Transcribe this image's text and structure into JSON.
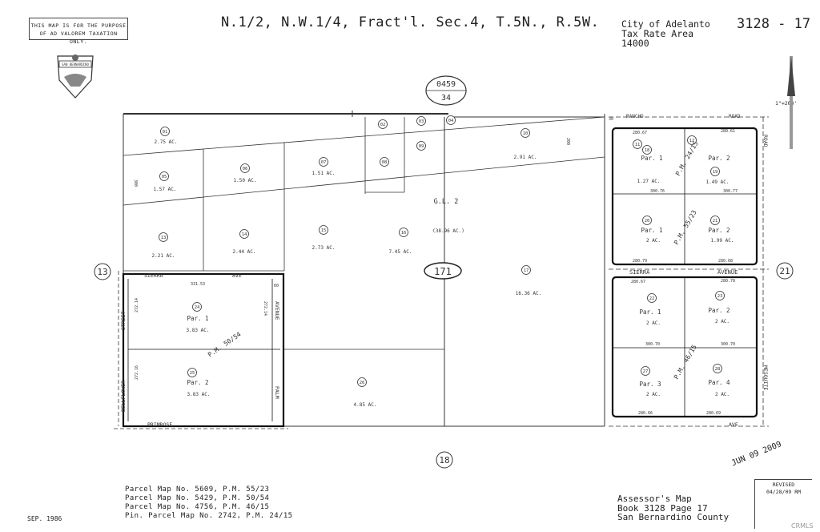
{
  "header": {
    "disclaimer_line1": "THIS MAP IS FOR THE PURPOSE",
    "disclaimer_line2": "OF AD VALOREM TAXATION ONLY.",
    "seal_text": "SAN BERNARDINO",
    "title": "N.1/2, N.W.1/4, Fract'l. Sec.4, T.5N., R.5W.",
    "city_line1": "City of Adelanto",
    "city_line2": "Tax Rate Area",
    "city_line3": "14000",
    "map_number": "3128 - 17",
    "scale": "1\"=200'"
  },
  "book_badge": {
    "top": "0459",
    "bottom": "34"
  },
  "roads": {
    "rancho": "RANCHO",
    "road": "ROAD",
    "road_vertical": "ROAD",
    "sierra_left": "SIERRA",
    "ave_left": "AVE",
    "sierra_right": "SIERRA",
    "avenue_right": "AVENUE",
    "street_word": "STREET",
    "bellflower": "BELLFLOWER",
    "avenue_vertical": "AVENUE",
    "palm": "PALM",
    "primrose": "PRIMROSE",
    "mesquite": "MESQUITE",
    "ave_bottom": "AVE"
  },
  "adjacent": {
    "left": "13",
    "right": "21",
    "bottom": "18",
    "center": "171"
  },
  "gl": {
    "label": "G.L. 2",
    "area": "(38.96 AC.)"
  },
  "parcels": [
    {
      "no": "01",
      "area": "2.75 AC."
    },
    {
      "no": "02",
      "area": ""
    },
    {
      "no": "03",
      "area": ""
    },
    {
      "no": "04",
      "area": ""
    },
    {
      "no": "05",
      "area": "1.57 AC."
    },
    {
      "no": "06",
      "area": "1.50 AC."
    },
    {
      "no": "07",
      "area": "1.51 AC."
    },
    {
      "no": "08",
      "area": ""
    },
    {
      "no": "09",
      "area": ""
    },
    {
      "no": "10",
      "area": "2.91 AC."
    },
    {
      "no": "11",
      "area": ""
    },
    {
      "no": "12",
      "area": ""
    },
    {
      "no": "13",
      "area": "2.21 AC."
    },
    {
      "no": "14",
      "area": "2.44 AC."
    },
    {
      "no": "15",
      "area": "2.73 AC."
    },
    {
      "no": "16",
      "area": "7.45 AC."
    },
    {
      "no": "17",
      "area": "16.36 AC."
    },
    {
      "no": "18",
      "area": "1.27 AC."
    },
    {
      "no": "19",
      "area": "1.49 AC."
    },
    {
      "no": "20",
      "area": "2 AC."
    },
    {
      "no": "21",
      "area": "1.99 AC."
    },
    {
      "no": "22",
      "area": "2 AC."
    },
    {
      "no": "23",
      "area": "2 AC."
    },
    {
      "no": "24",
      "area": "3.83 AC."
    },
    {
      "no": "25",
      "area": "3.83 AC."
    },
    {
      "no": "26",
      "area": "4.85 AC."
    },
    {
      "no": "27",
      "area": "2 AC."
    },
    {
      "no": "28",
      "area": "2 AC."
    }
  ],
  "par_labels": {
    "p1": "Par. 1",
    "p2": "Par. 2",
    "p3": "Par. 3",
    "p4": "Par. 4"
  },
  "pm_labels": {
    "pm2415": "P.M. 24/15",
    "pm5523": "P.M. 55/23",
    "pm4615": "P.M. 46/15",
    "pm5054": "P.M. 50/54"
  },
  "dims": {
    "d1": "331.53",
    "d2": "272.14",
    "d3": "272.16",
    "d4": "272.14",
    "d5": "280.67",
    "d6": "280.61",
    "d7": "300.76",
    "d8": "300.77",
    "d9": "280.79",
    "d10": "280.68",
    "d11": "280.67",
    "d12": "280.78",
    "d13": "300.70",
    "d14": "300.70",
    "d15": "280.66",
    "d16": "280.69",
    "d17": "200",
    "d18": "300",
    "d19": "30",
    "d20": "60"
  },
  "footer": {
    "date": "SEP. 1986",
    "pm_line1": "Parcel Map No. 5609, P.M. 55/23",
    "pm_line2": "Parcel Map No. 5429, P.M. 50/54",
    "pm_line3": "Parcel Map No. 4756, P.M. 46/15",
    "pm_line4": "Pin. Parcel Map No. 2742, P.M. 24/15",
    "assessor_line1": "Assessor's Map",
    "assessor_line2": "Book 3128 Page 17",
    "assessor_line3": "San Bernardino County",
    "revised_label": "REVISED",
    "revised_date": "04/28/09 RM",
    "stamp": "JUN 09 2009",
    "credit": "CRMLS"
  }
}
